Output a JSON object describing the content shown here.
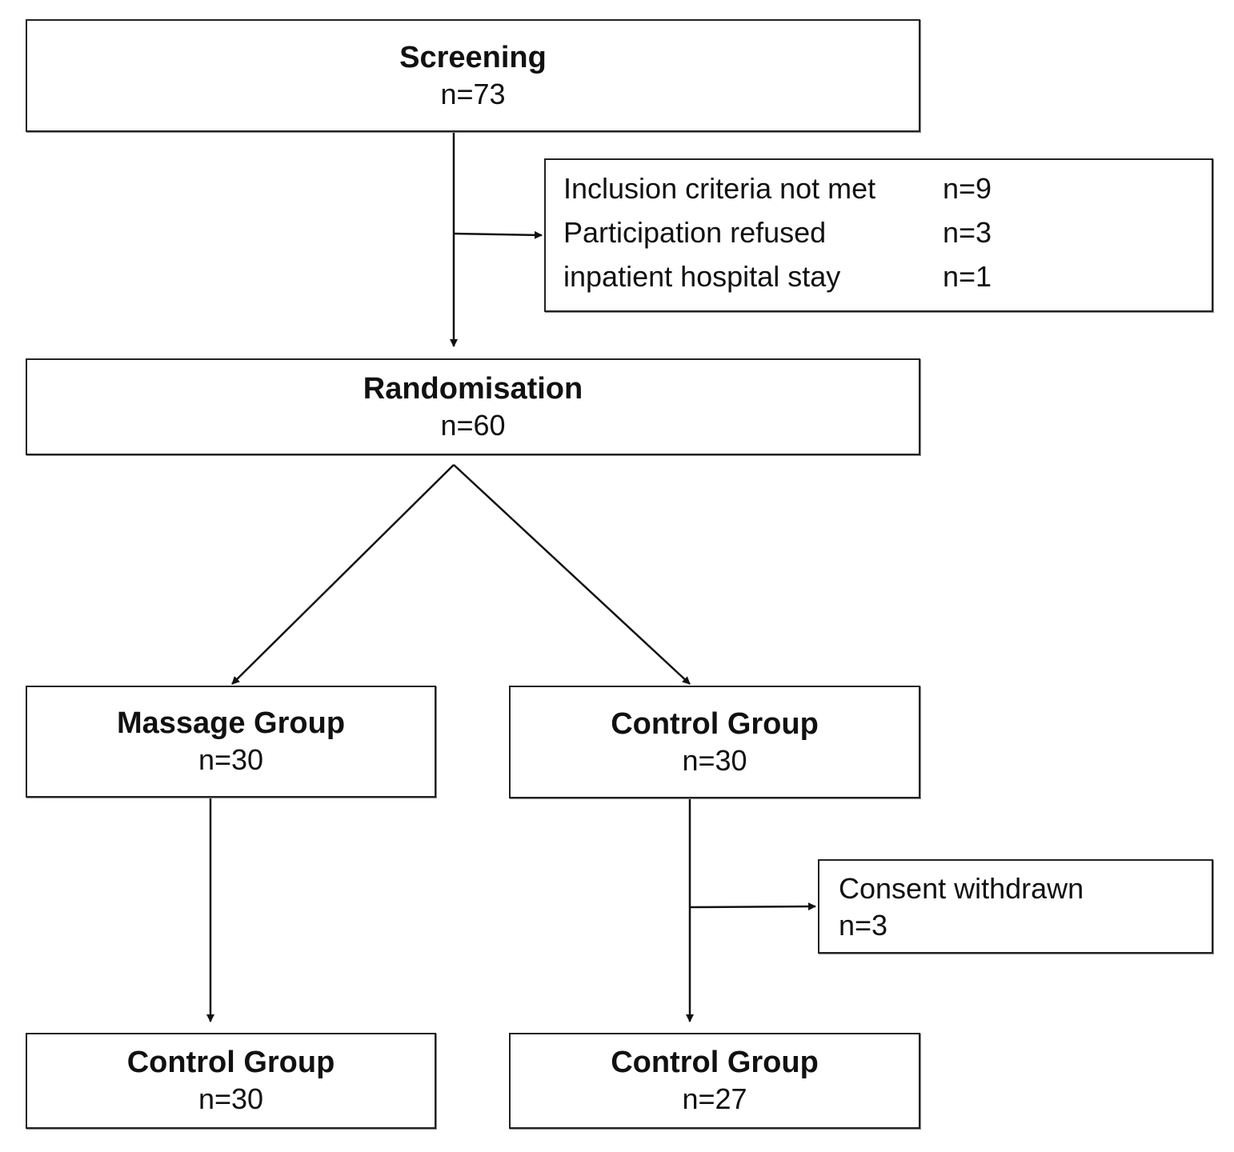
{
  "screening": {
    "title": "Screening",
    "count": "n=73"
  },
  "exclusions": {
    "items": [
      {
        "label": "Inclusion criteria not met",
        "count": "n=9"
      },
      {
        "label": "Participation refused",
        "count": "n=3"
      },
      {
        "label": "inpatient hospital stay",
        "count": "n=1"
      }
    ]
  },
  "randomisation": {
    "title": "Randomisation",
    "count": "n=60"
  },
  "massage_group": {
    "title": "Massage Group",
    "count": "n=30"
  },
  "control_group": {
    "title": "Control Group",
    "count": "n=30"
  },
  "withdrawal": {
    "label": "Consent withdrawn",
    "count": "n=3"
  },
  "final_massage": {
    "title": "Control Group",
    "count": "n=30"
  },
  "final_control": {
    "title": "Control Group",
    "count": "n=27"
  }
}
